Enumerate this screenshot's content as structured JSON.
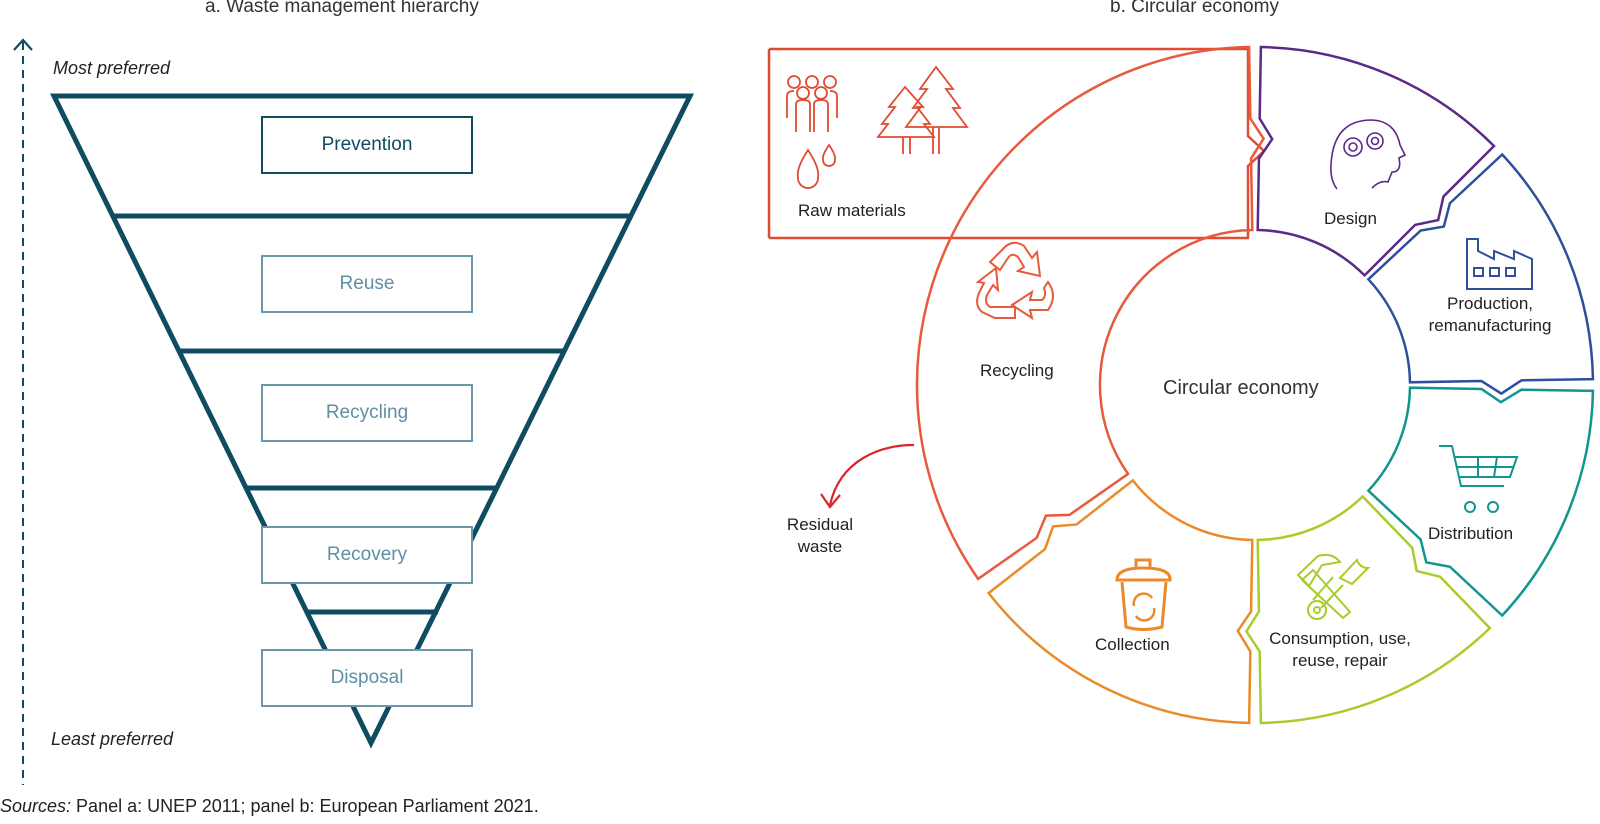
{
  "panel_a": {
    "title": "a. Waste management hierarchy",
    "axis_top_label": "Most preferred",
    "axis_bottom_label": "Least preferred",
    "levels": [
      {
        "label": "Prevention"
      },
      {
        "label": "Reuse"
      },
      {
        "label": "Recycling"
      },
      {
        "label": "Recovery"
      },
      {
        "label": "Disposal"
      }
    ],
    "colors": {
      "funnel": "#0f4c62",
      "box_border": "#6a98a8",
      "box_text": "#5f8fa2"
    }
  },
  "panel_b": {
    "title": "b. Circular economy",
    "center_label": "Circular economy",
    "raw_materials_label": "Raw materials",
    "residual_waste_label": "Residual waste",
    "residual_line1": "Residual",
    "residual_line2": "waste",
    "segments": [
      {
        "name": "design",
        "label": "Design",
        "color": "#5b2a86",
        "icon": "brain-gears-icon"
      },
      {
        "name": "production",
        "label1": "Production,",
        "label2": "remanufacturing",
        "color": "#2f4f9c",
        "icon": "factory-icon"
      },
      {
        "name": "distribution",
        "label": "Distribution",
        "color": "#12958f",
        "icon": "shopping-cart-icon"
      },
      {
        "name": "consumption",
        "label1": "Consumption, use,",
        "label2": "reuse, repair",
        "color": "#a8cc2a",
        "icon": "hammer-wrench-icon"
      },
      {
        "name": "collection",
        "label": "Collection",
        "color": "#ea8a2a",
        "icon": "recycle-bin-icon"
      },
      {
        "name": "recycling",
        "label": "Recycling",
        "color": "#e85a3c",
        "icon": "recycle-icon"
      }
    ],
    "raw_materials_color": "#e04b32",
    "residual_arrow_color": "#d9262c"
  },
  "sources": {
    "prefix": "Sources:",
    "text": " Panel a: UNEP 2011; panel b: European Parliament 2021."
  }
}
